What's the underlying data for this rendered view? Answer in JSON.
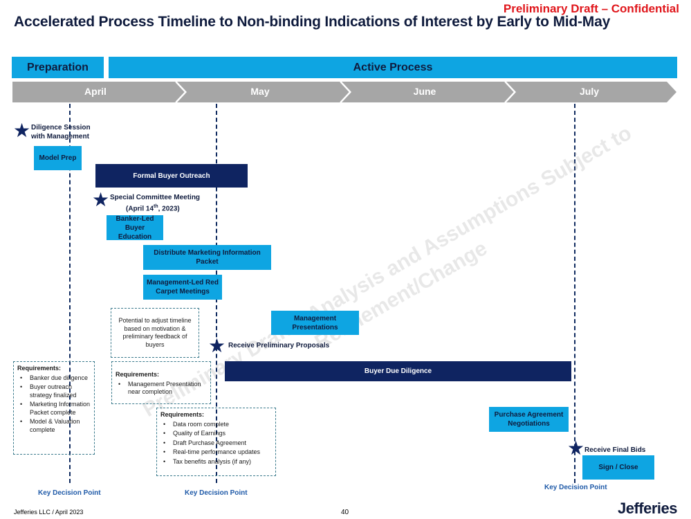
{
  "header": {
    "confidential": "Preliminary Draft – Confidential",
    "title": "Accelerated Process Timeline to Non-binding Indications of Interest by Early to Mid-May"
  },
  "phases": {
    "preparation": "Preparation",
    "active": "Active Process"
  },
  "months": [
    "April",
    "May",
    "June",
    "July"
  ],
  "milestones": {
    "diligence_session": "Diligence Session with Management",
    "special_committee": "Special Committee Meeting",
    "special_committee_date": "(April 14th, 2023)",
    "prelim_proposals": "Receive Preliminary Proposals",
    "final_bids": "Receive Final Bids"
  },
  "activities": {
    "model_prep": "Model Prep",
    "formal_outreach": "Formal Buyer Outreach",
    "banker_education": "Banker-Led Buyer Education",
    "distribute_marketing": "Distribute Marketing Information Packet",
    "red_carpet": "Management-Led Red Carpet Meetings",
    "mgmt_presentations": "Management Presentations",
    "buyer_dd": "Buyer Due Diligence",
    "purchase_agreement": "Purchase Agreement Negotiations",
    "sign_close": "Sign / Close"
  },
  "notes": {
    "timeline_adjust": "Potential to adjust timeline based on motivation & preliminary feedback of buyers",
    "req1": {
      "title": "Requirements:",
      "items": [
        "Banker due diligence",
        "Buyer outreach strategy finalized",
        "Marketing Information Packet complete",
        "Model & Valuation complete"
      ]
    },
    "req2": {
      "title": "Requirements:",
      "items": [
        "Management Presentation near completion"
      ]
    },
    "req3": {
      "title": "Requirements:",
      "items": [
        "Data room complete",
        "Quality of Earnings",
        "Draft Purchase Agreement",
        "Real-time performance updates",
        "Tax benefits analysis (if any)"
      ]
    }
  },
  "key_decision_point": "Key Decision Point",
  "watermark": "Preliminary Draft – Analysis and Assumptions Subject to Refinement/Change",
  "footer": {
    "left": "Jefferies LLC / April 2023",
    "page": "40",
    "logo": "Jefferies"
  },
  "colors": {
    "light_blue": "#0ea5e2",
    "navy": "#0f2461",
    "gray_arrow": "#a6a6a6",
    "red": "#e0161b"
  }
}
